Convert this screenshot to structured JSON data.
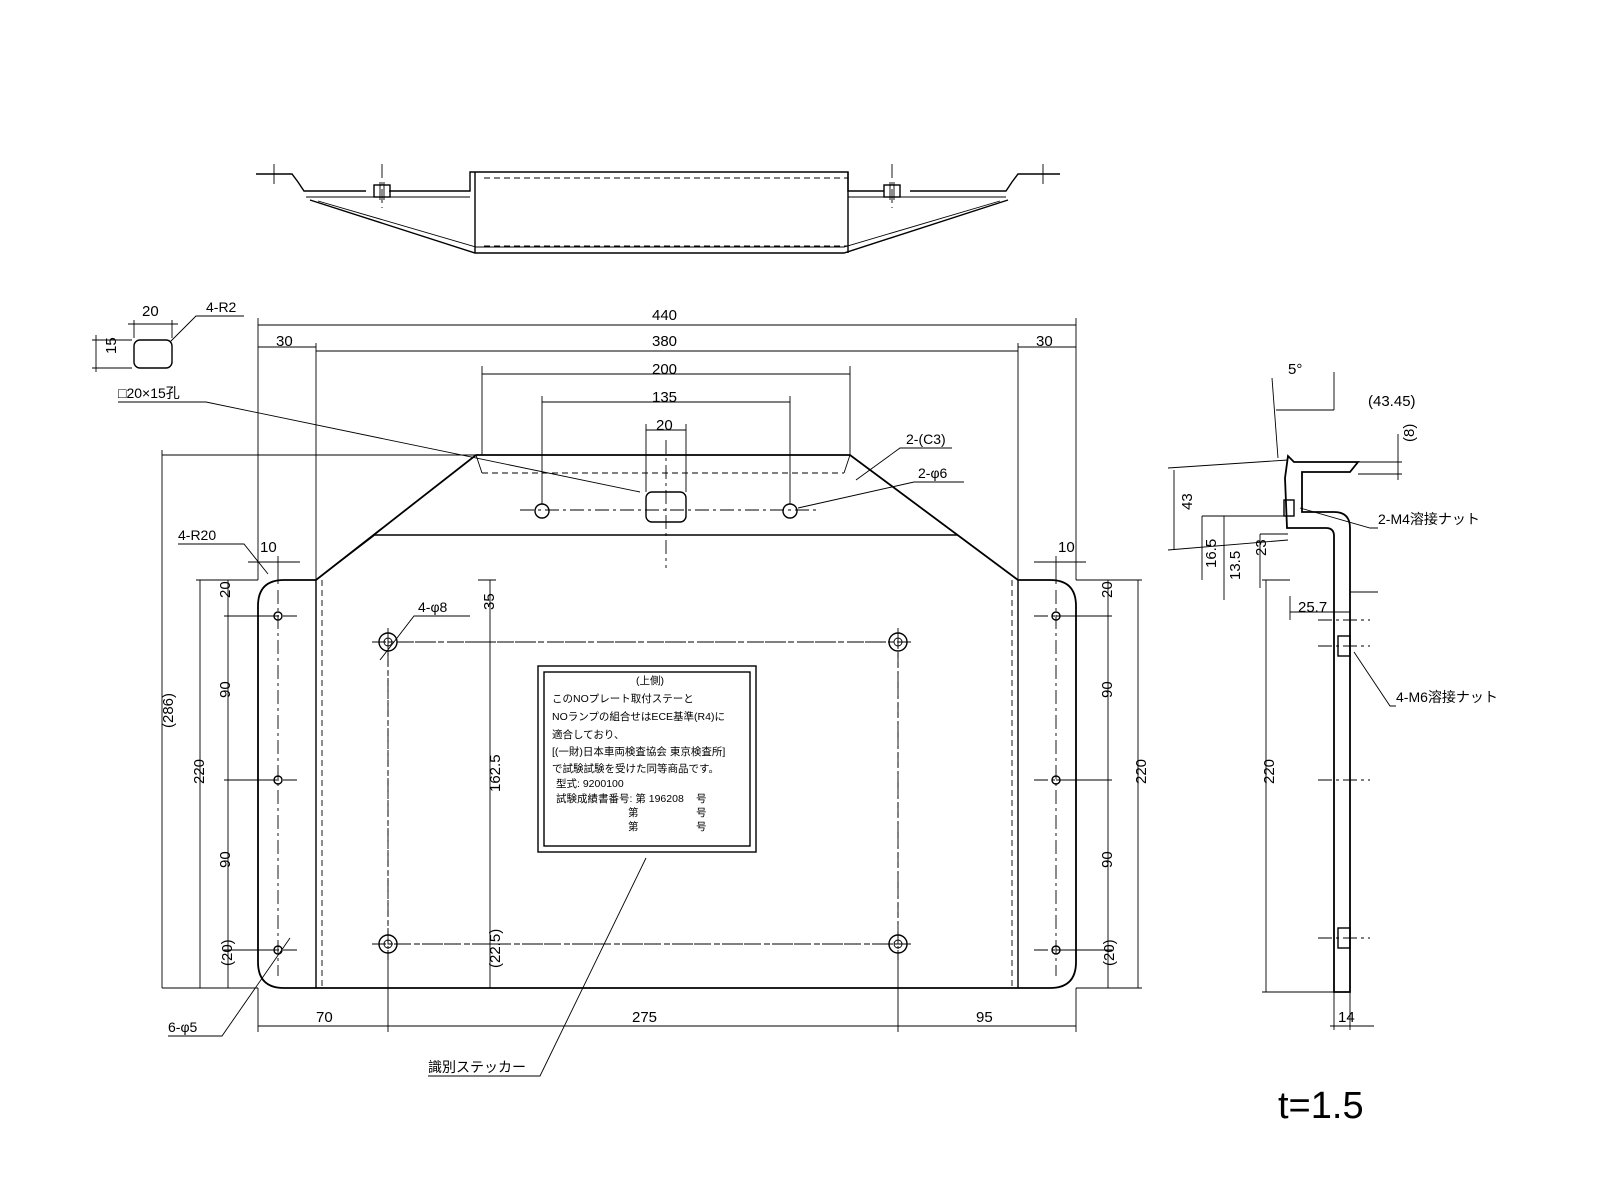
{
  "top_view": {},
  "detail": {
    "width": "20",
    "height": "15",
    "radius": "4-R2",
    "hole": "□20×15孔"
  },
  "front": {
    "overall_width": "440",
    "center_width": "380",
    "side_left": "30",
    "side_right": "30",
    "top_width": "200",
    "hole_pitch": "135",
    "slot_width": "20",
    "chamfer": "2-(C3)",
    "hole6": "2-φ6",
    "corner_radius": "4-R20",
    "flange_left": "10",
    "flange_right": "10",
    "holes8": "4-φ8",
    "dim35": "35",
    "dim162": "162.5",
    "dim22": "(22.5)",
    "height_ref": "(286)",
    "left_220": "220",
    "left_20": "20",
    "left_90a": "90",
    "left_90b": "90",
    "left_20b": "(20)",
    "right_20": "20",
    "right_90a": "90",
    "right_90b": "90",
    "right_20b": "(20)",
    "right_220": "220",
    "bottom_70": "70",
    "bottom_275": "275",
    "bottom_95": "95",
    "holes5": "6-φ5",
    "sticker_label": "識別ステッカー"
  },
  "sticker": {
    "line0": "(上側)",
    "line1": "このNOプレート取付ステーと",
    "line2": "NOランプの組合せはECE基準(R4)に",
    "line3": "適合しており、",
    "line4": "[(一財)日本車両検査協会 東京検査所]",
    "line5": "で試験試験を受けた同等商品です。",
    "line6": "型式: 9200100",
    "line7a": "試験成績書番号: 第 196208",
    "line7b": "号",
    "line8a": "第",
    "line8b": "号",
    "line9a": "第",
    "line9b": "号"
  },
  "side": {
    "angle": "5°",
    "depth": "(43.45)",
    "d8": "(8)",
    "d43": "43",
    "d165": "16.5",
    "d135": "13.5",
    "d23": "23",
    "m4": "2-M4溶接ナット",
    "d257": "25.7",
    "m6": "4-M6溶接ナット",
    "d220": "220",
    "d14": "14"
  },
  "thickness": "t=1.5"
}
